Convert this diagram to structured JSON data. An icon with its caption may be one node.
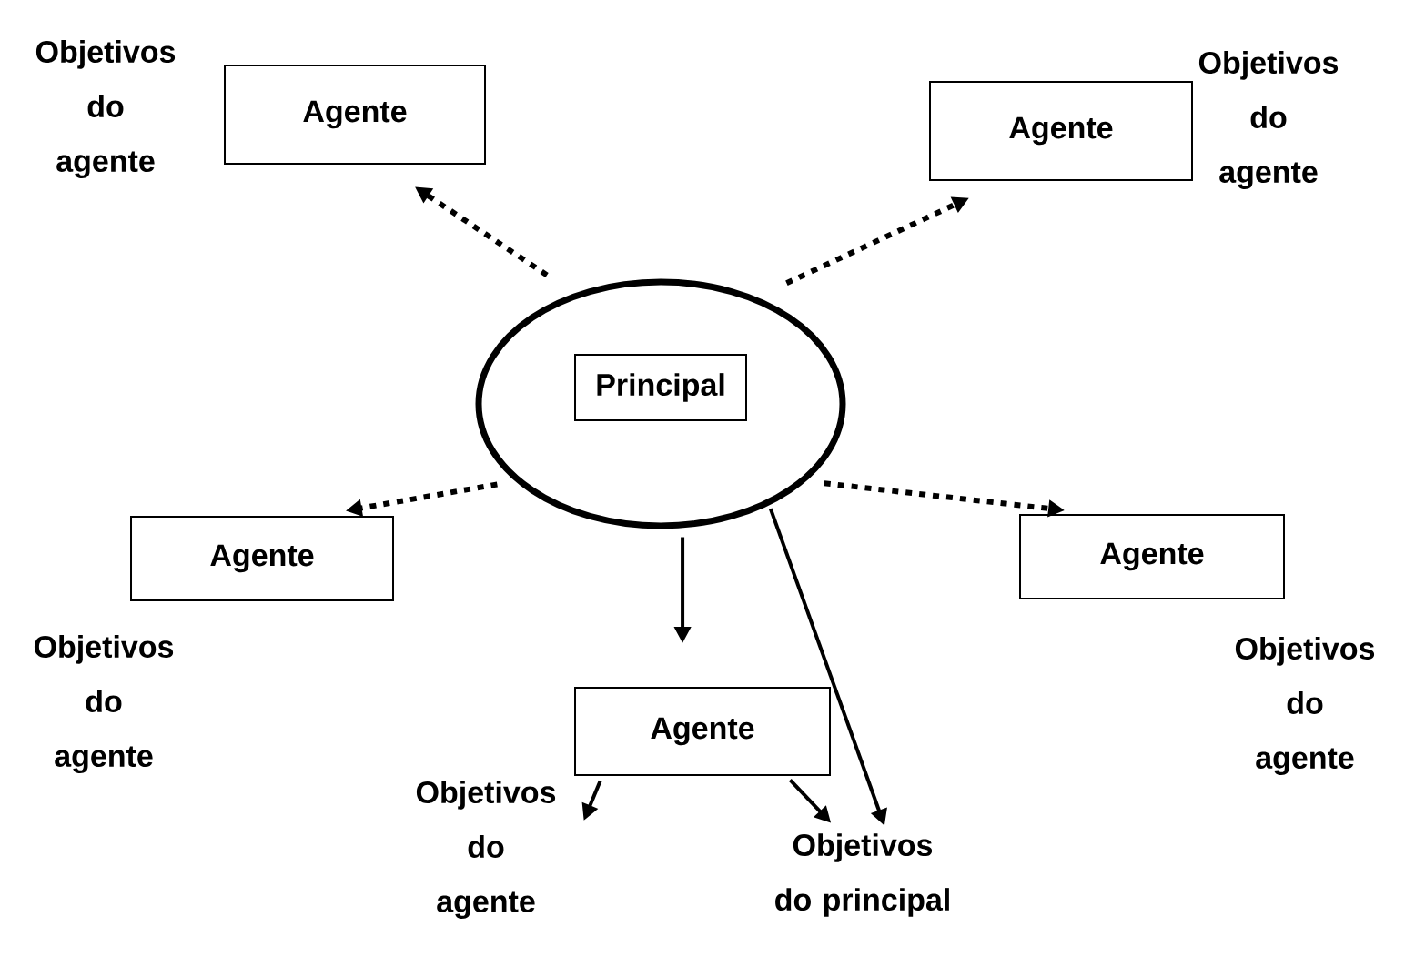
{
  "diagram": {
    "nodes": [
      {
        "text": [],
        "shape": "ellipse"
      },
      {
        "text": [
          "Principal"
        ],
        "in": 0
      },
      {
        "text": [
          "Agente"
        ],
        "beside": [
          "Objetivos do agente"
        ]
      },
      {
        "text": [
          "Agente"
        ],
        "beside": [
          "Objetivos do agente"
        ]
      },
      {
        "text": [
          "Agente"
        ],
        "beside": [
          "Objetivos do agente"
        ]
      },
      {
        "text": [
          "Agente"
        ],
        "beside": [
          "Objetivos do agente"
        ]
      },
      {
        "text": [
          "Agente"
        ]
      },
      {
        "text": [
          "Objetivos do agente"
        ]
      },
      {
        "text": [
          "Objetivos do principal"
        ]
      }
    ],
    "edges": [
      {
        "from": 0,
        "to": 2,
        "arrow": "to",
        "style": "dashed"
      },
      {
        "from": 0,
        "to": 3,
        "arrow": "to",
        "style": "dashed"
      },
      {
        "from": 0,
        "to": 4,
        "arrow": "to",
        "style": "dashed"
      },
      {
        "from": 0,
        "to": 5,
        "arrow": "to",
        "style": "dashed"
      },
      {
        "from": 0,
        "to": 6,
        "arrow": "to"
      },
      {
        "from": 0,
        "to": 8,
        "arrow": "to"
      },
      {
        "from": 6,
        "to": 7,
        "arrow": "to"
      },
      {
        "from": 6,
        "to": 8,
        "arrow": "to"
      }
    ]
  }
}
